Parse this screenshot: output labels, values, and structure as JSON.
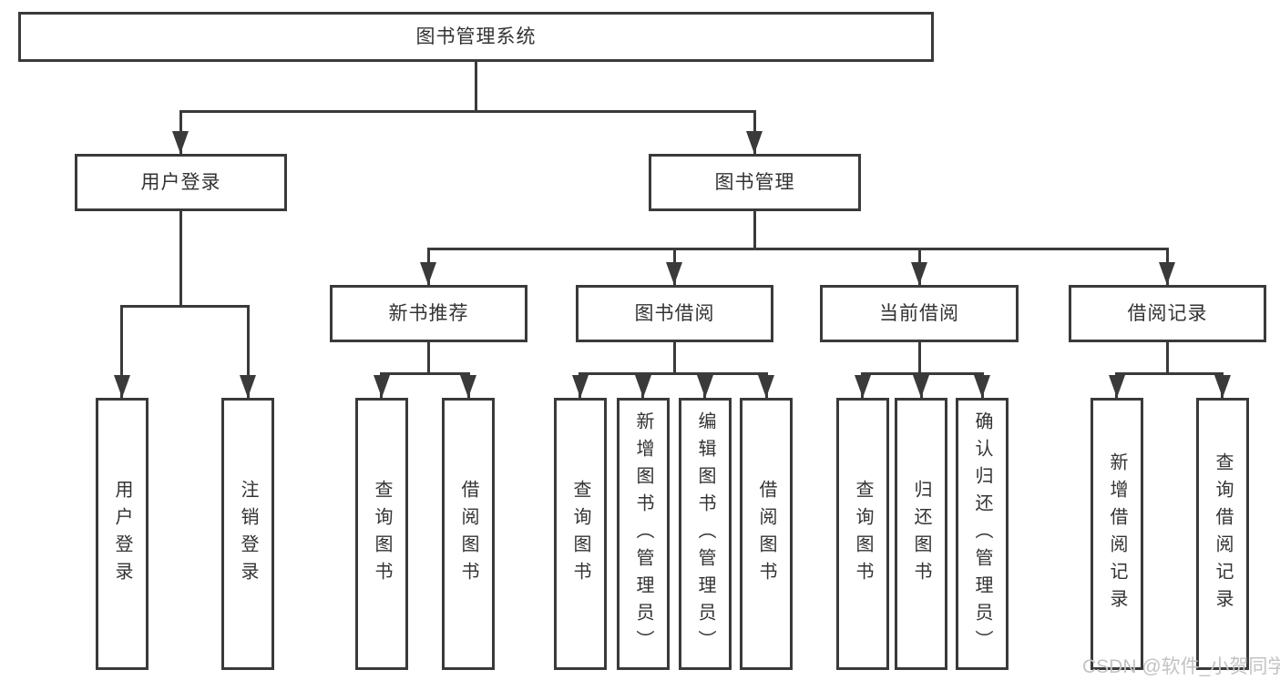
{
  "tree": {
    "root": {
      "label": "图书管理系统",
      "children": [
        {
          "label": "用户登录",
          "children": [
            {
              "label": "用户登录"
            },
            {
              "label": "注销登录"
            }
          ]
        },
        {
          "label": "图书管理",
          "children": [
            {
              "label": "新书推荐",
              "children": [
                {
                  "label": "查询图书"
                },
                {
                  "label": "借阅图书"
                }
              ]
            },
            {
              "label": "图书借阅",
              "children": [
                {
                  "label": "查询图书"
                },
                {
                  "label": "新增图书（管理员）"
                },
                {
                  "label": "编辑图书（管理员）"
                },
                {
                  "label": "借阅图书"
                }
              ]
            },
            {
              "label": "当前借阅",
              "children": [
                {
                  "label": "查询图书"
                },
                {
                  "label": "归还图书"
                },
                {
                  "label": "确认归还（管理员）"
                }
              ]
            },
            {
              "label": "借阅记录",
              "children": [
                {
                  "label": "新增借阅记录"
                },
                {
                  "label": "查询借阅记录"
                }
              ]
            }
          ]
        }
      ]
    }
  },
  "watermark": {
    "text": "CSDN @软件_小贺同学"
  },
  "colors": {
    "line": "#3a3a3a",
    "text": "#333333",
    "watermark": "#c3c3c3",
    "background": "#ffffff"
  }
}
